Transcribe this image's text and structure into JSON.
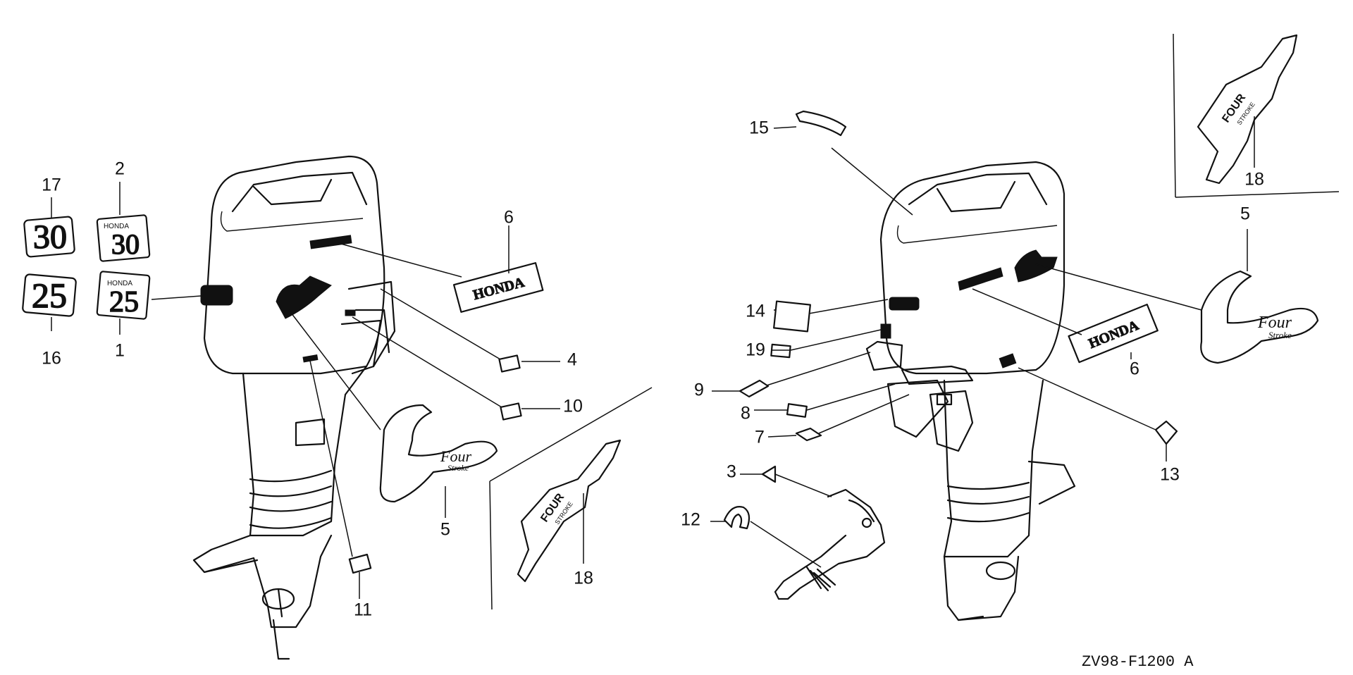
{
  "callouts": {
    "c17": "17",
    "c16": "16",
    "c2": "2",
    "c1": "1",
    "c6_left": "6",
    "c4": "4",
    "c10": "10",
    "c5_left": "5",
    "c11": "11",
    "c18_center": "18",
    "c15": "15",
    "c14": "14",
    "c19": "19",
    "c9": "9",
    "c8": "8",
    "c7": "7",
    "c3": "3",
    "c12": "12",
    "c13": "13",
    "c6_right": "6",
    "c5_right": "5",
    "c18_top": "18"
  },
  "decal_text": {
    "num_30": "30",
    "num_25": "25",
    "brand": "HONDA",
    "brand_small": "HONDA",
    "four": "FOUR",
    "stroke": "STROKE",
    "script_four": "Four",
    "script_stroke": "Stroke"
  },
  "diagram_code": "ZV98-F1200 A"
}
